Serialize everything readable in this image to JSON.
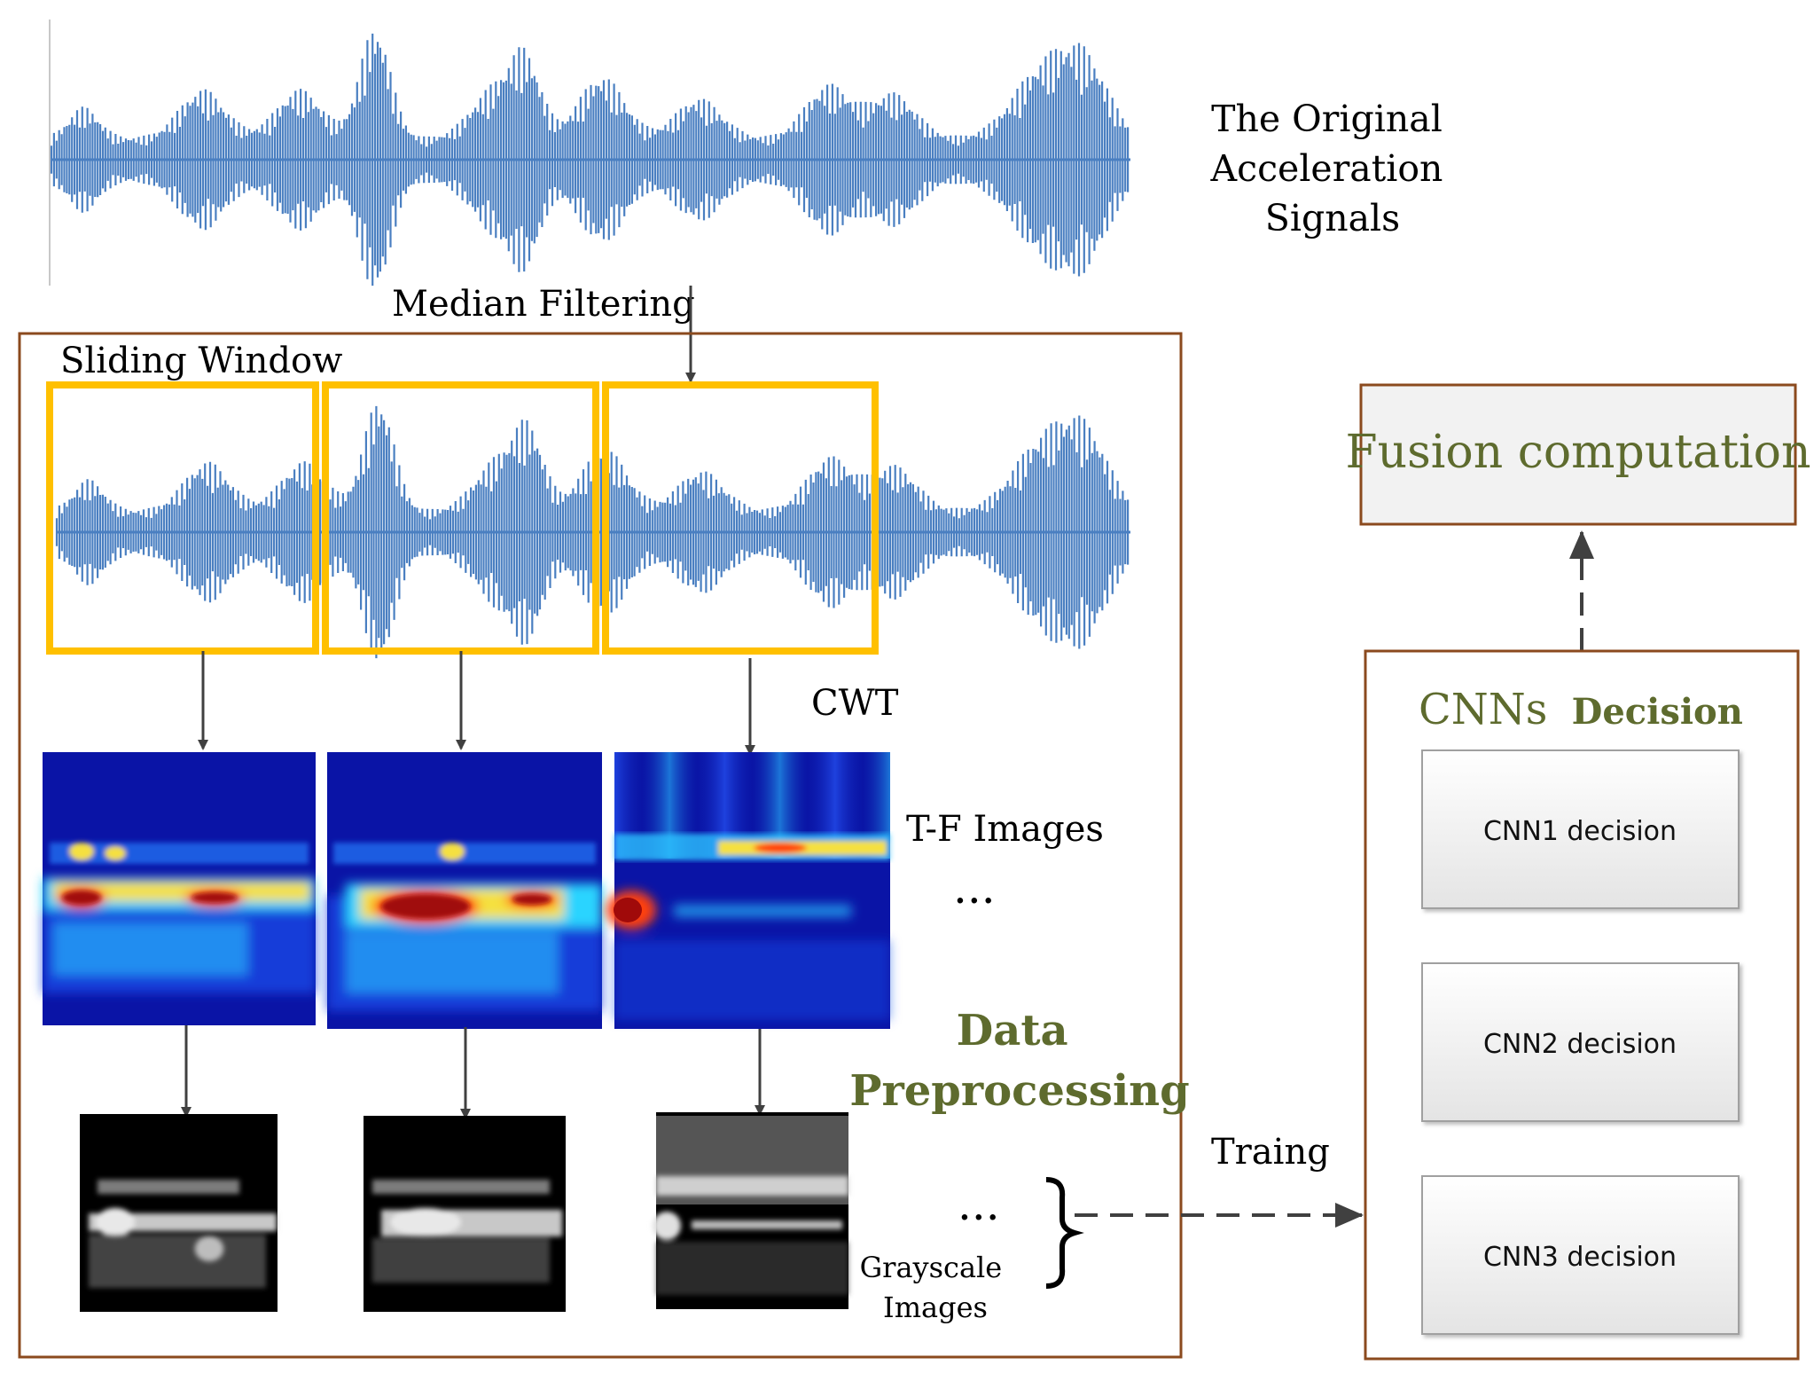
{
  "labels": {
    "original": [
      "The Original",
      "Acceleration",
      "Signals"
    ],
    "median_filtering": "Median Filtering",
    "sliding_window": "Sliding Window",
    "cwt": "CWT",
    "tf_images": "T-F Images",
    "ellipsis": "...",
    "data_preprocessing": [
      "Data",
      "Preprocessing"
    ],
    "grayscale": [
      "Grayscale",
      "Images"
    ],
    "training": "Traing",
    "fusion": "Fusion computation",
    "cnns": "CNNs",
    "decision": "Decision",
    "cnn_items": [
      "CNN1 decision",
      "CNN2 decision",
      "CNN3 decision"
    ]
  },
  "colors": {
    "signal": "#4a7fc1",
    "window": "#ffc000",
    "frame": "#8b4a1e",
    "accent_text": "#5e6b2e",
    "arrow": "#404040"
  }
}
